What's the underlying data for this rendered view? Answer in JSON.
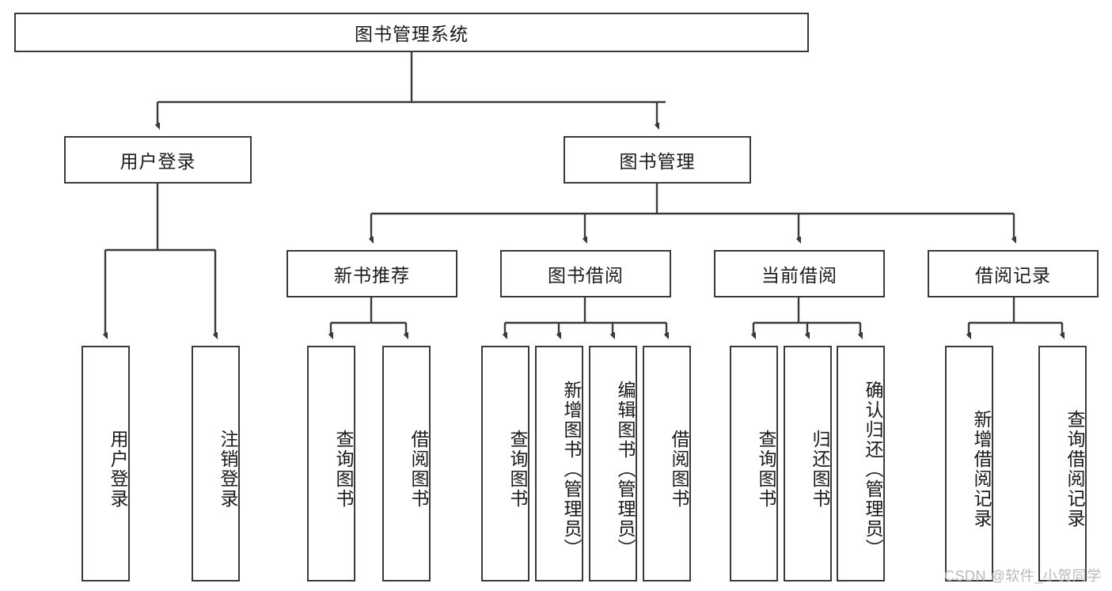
{
  "diagram": {
    "title_node": {
      "label": "图书管理系统"
    },
    "level2": [
      {
        "id": "user-login",
        "label": "用户登录"
      },
      {
        "id": "book-management",
        "label": "图书管理"
      }
    ],
    "level3": [
      {
        "id": "new-book-recommend",
        "label": "新书推荐"
      },
      {
        "id": "book-borrow",
        "label": "图书借阅"
      },
      {
        "id": "current-borrow",
        "label": "当前借阅"
      },
      {
        "id": "borrow-record",
        "label": "借阅记录"
      }
    ],
    "leaves": {
      "user_login": [
        {
          "id": "leaf-user-login",
          "label": "用户登录"
        },
        {
          "id": "leaf-logout-login",
          "label": "注销登录"
        }
      ],
      "new_book_recommend": [
        {
          "id": "leaf-query-book-1",
          "label": "查询图书"
        },
        {
          "id": "leaf-borrow-book-1",
          "label": "借阅图书"
        }
      ],
      "book_borrow": [
        {
          "id": "leaf-query-book-2",
          "label": "查询图书"
        },
        {
          "id": "leaf-add-book-admin",
          "label": "新增图书（管理员）"
        },
        {
          "id": "leaf-edit-book-admin",
          "label": "编辑图书（管理员）"
        },
        {
          "id": "leaf-borrow-book-2",
          "label": "借阅图书"
        }
      ],
      "current_borrow": [
        {
          "id": "leaf-query-book-3",
          "label": "查询图书"
        },
        {
          "id": "leaf-return-book",
          "label": "归还图书"
        },
        {
          "id": "leaf-confirm-return-admin",
          "label": "确认归还（管理员）"
        }
      ],
      "borrow_record": [
        {
          "id": "leaf-add-borrow-record",
          "label": "新增借阅记录"
        },
        {
          "id": "leaf-query-borrow-record",
          "label": "查询借阅记录"
        }
      ]
    },
    "watermark": {
      "text": "CSDN @软件_小贺同学"
    },
    "colors": {
      "stroke": "#3a3a3a",
      "background": "#ffffff",
      "text": "#1a1a1a",
      "watermark": "#b9b9b9"
    }
  }
}
